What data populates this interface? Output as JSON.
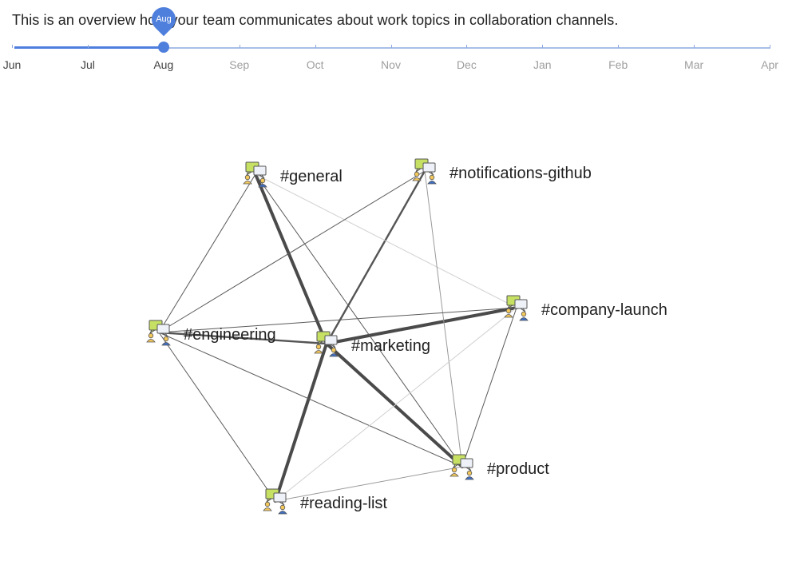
{
  "headline": "This is an overview how your team communicates about work topics in collaboration channels.",
  "timeline": {
    "selected": "Aug",
    "months": [
      "Jun",
      "Jul",
      "Aug",
      "Sep",
      "Oct",
      "Nov",
      "Dec",
      "Jan",
      "Feb",
      "Mar",
      "Apr"
    ]
  },
  "graph": {
    "nodes": [
      {
        "id": "general",
        "label": "#general"
      },
      {
        "id": "notifications-github",
        "label": "#notifications-github"
      },
      {
        "id": "company-launch",
        "label": "#company-launch"
      },
      {
        "id": "engineering",
        "label": "#engineering"
      },
      {
        "id": "marketing",
        "label": "#marketing"
      },
      {
        "id": "product",
        "label": "#product"
      },
      {
        "id": "reading-list",
        "label": "#reading-list"
      }
    ],
    "edges": [
      {
        "source": "general",
        "target": "marketing",
        "weight": "heavy"
      },
      {
        "source": "notifications-github",
        "target": "marketing",
        "weight": "medium"
      },
      {
        "source": "company-launch",
        "target": "marketing",
        "weight": "heavy"
      },
      {
        "source": "engineering",
        "target": "marketing",
        "weight": "medium"
      },
      {
        "source": "marketing",
        "target": "product",
        "weight": "heavy"
      },
      {
        "source": "marketing",
        "target": "reading-list",
        "weight": "heavy"
      },
      {
        "source": "general",
        "target": "engineering",
        "weight": "thin"
      },
      {
        "source": "general",
        "target": "product",
        "weight": "thin"
      },
      {
        "source": "general",
        "target": "company-launch",
        "weight": "faint"
      },
      {
        "source": "notifications-github",
        "target": "engineering",
        "weight": "thin"
      },
      {
        "source": "notifications-github",
        "target": "product",
        "weight": "light"
      },
      {
        "source": "engineering",
        "target": "company-launch",
        "weight": "thin"
      },
      {
        "source": "engineering",
        "target": "product",
        "weight": "thin"
      },
      {
        "source": "engineering",
        "target": "reading-list",
        "weight": "thin"
      },
      {
        "source": "company-launch",
        "target": "product",
        "weight": "thin"
      },
      {
        "source": "company-launch",
        "target": "reading-list",
        "weight": "faint"
      },
      {
        "source": "product",
        "target": "reading-list",
        "weight": "light"
      }
    ]
  }
}
